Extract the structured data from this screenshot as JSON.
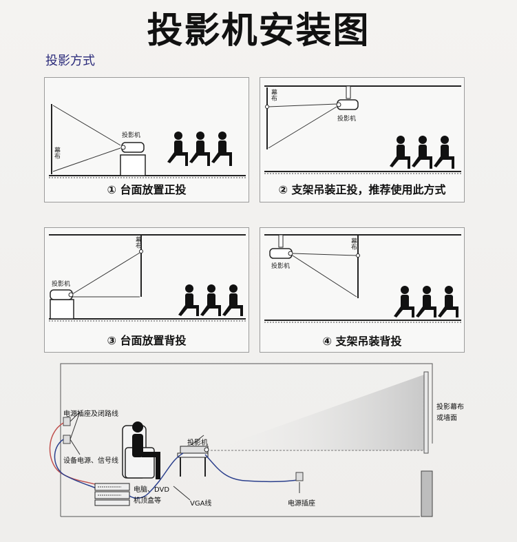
{
  "title": "投影机安装图",
  "subtitle": "投影方式",
  "panels": [
    {
      "caption": "① 台面放置正投",
      "screen_label": "幕布",
      "projector_label": "投影机"
    },
    {
      "caption": "② 支架吊装正投，推荐使用此方式",
      "screen_label": "幕布",
      "projector_label": "投影机"
    },
    {
      "caption": "③ 台面放置背投",
      "screen_label": "幕布",
      "projector_label": "投影机"
    },
    {
      "caption": "④ 支架吊装背投",
      "screen_label": "幕布",
      "projector_label": "投影机"
    }
  ],
  "bottom": {
    "power_socket_label": "电源插座及闭路线",
    "device_cable_label": "设备电源、信号线",
    "projector_label": "投影机",
    "screen_label_1": "投影幕布",
    "screen_label_2": "或墙面",
    "devices_label_1": "电脑、DVD",
    "devices_label_2": "机顶盒等",
    "vga_label": "VGA线",
    "outlet_label": "电源插座"
  },
  "colors": {
    "title": "#111111",
    "subtitle": "#2a2a7a",
    "line": "#222222",
    "cable_red": "#c0504d",
    "cable_blue": "#2b3f8c"
  }
}
